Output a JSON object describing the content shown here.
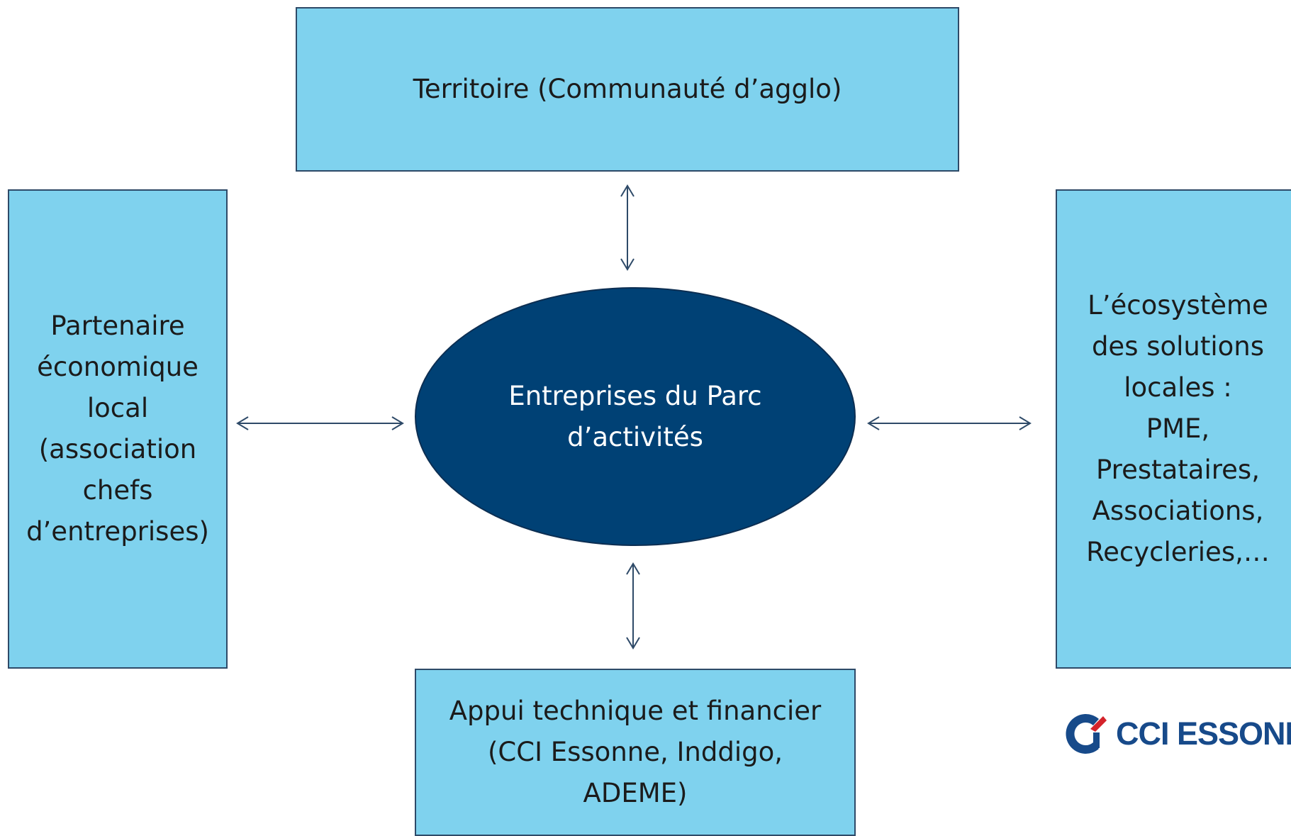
{
  "nodes": {
    "top": "Territoire (Communauté d’agglo)",
    "left": "Partenaire\néconomique\nlocal\n(association\nchefs\nd’entreprises)",
    "right": "L’écosystème\ndes solutions\nlocales :\nPME,\nPrestataires,\nAssociations,\nRecycleries,…",
    "bottom": "Appui technique et financier\n(CCI Essonne, Inddigo,\nADEME)",
    "center": "Entreprises du Parc\nd’activités"
  },
  "logo": {
    "text": "CCI ESSONNE"
  },
  "colors": {
    "box_fill": "#7fd2ee",
    "box_border": "#2e4a68",
    "hub_fill": "#004175",
    "arrow": "#2e4a68",
    "logo_blue": "#174a8a",
    "logo_red": "#d4232b"
  }
}
